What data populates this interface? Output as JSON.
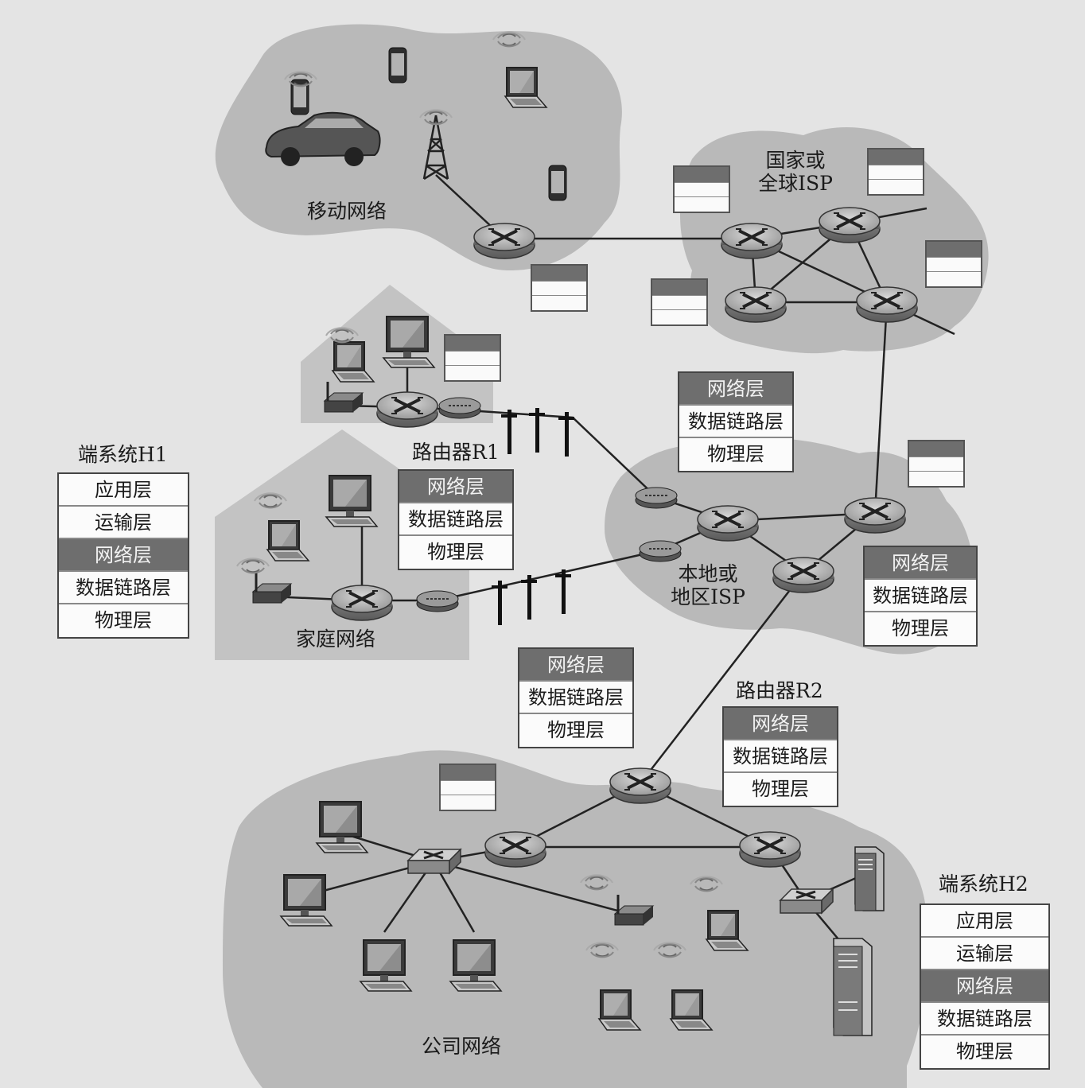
{
  "regions": {
    "mobile": "移动网络",
    "global_isp": "国家或\n全球ISP",
    "home": "家庭网络",
    "local_isp": "本地或\n地区ISP",
    "enterprise": "公司网络"
  },
  "end_system_h1": {
    "title": "端系统H1",
    "layers": [
      "应用层",
      "运输层",
      "网络层",
      "数据链路层",
      "物理层"
    ]
  },
  "end_system_h2": {
    "title": "端系统H2",
    "layers": [
      "应用层",
      "运输层",
      "网络层",
      "数据链路层",
      "物理层"
    ]
  },
  "router_r1": {
    "title": "路由器R1",
    "layers": [
      "网络层",
      "数据链路层",
      "物理层"
    ]
  },
  "router_r2": {
    "title": "路由器R2",
    "layers": [
      "网络层",
      "数据链路层",
      "物理层"
    ]
  },
  "router_stack_local": {
    "layers": [
      "网络层",
      "数据链路层",
      "物理层"
    ]
  },
  "router_stack_local_right": {
    "layers": [
      "网络层",
      "数据链路层",
      "物理层"
    ]
  },
  "router_stack_middle": {
    "layers": [
      "网络层",
      "数据链路层",
      "物理层"
    ]
  },
  "colors": {
    "network_layer_fill": "#6e6e6e",
    "cloud_fill": "#b9b9b9",
    "home_fill": "#c3c3c3",
    "background": "#e4e4e4"
  }
}
